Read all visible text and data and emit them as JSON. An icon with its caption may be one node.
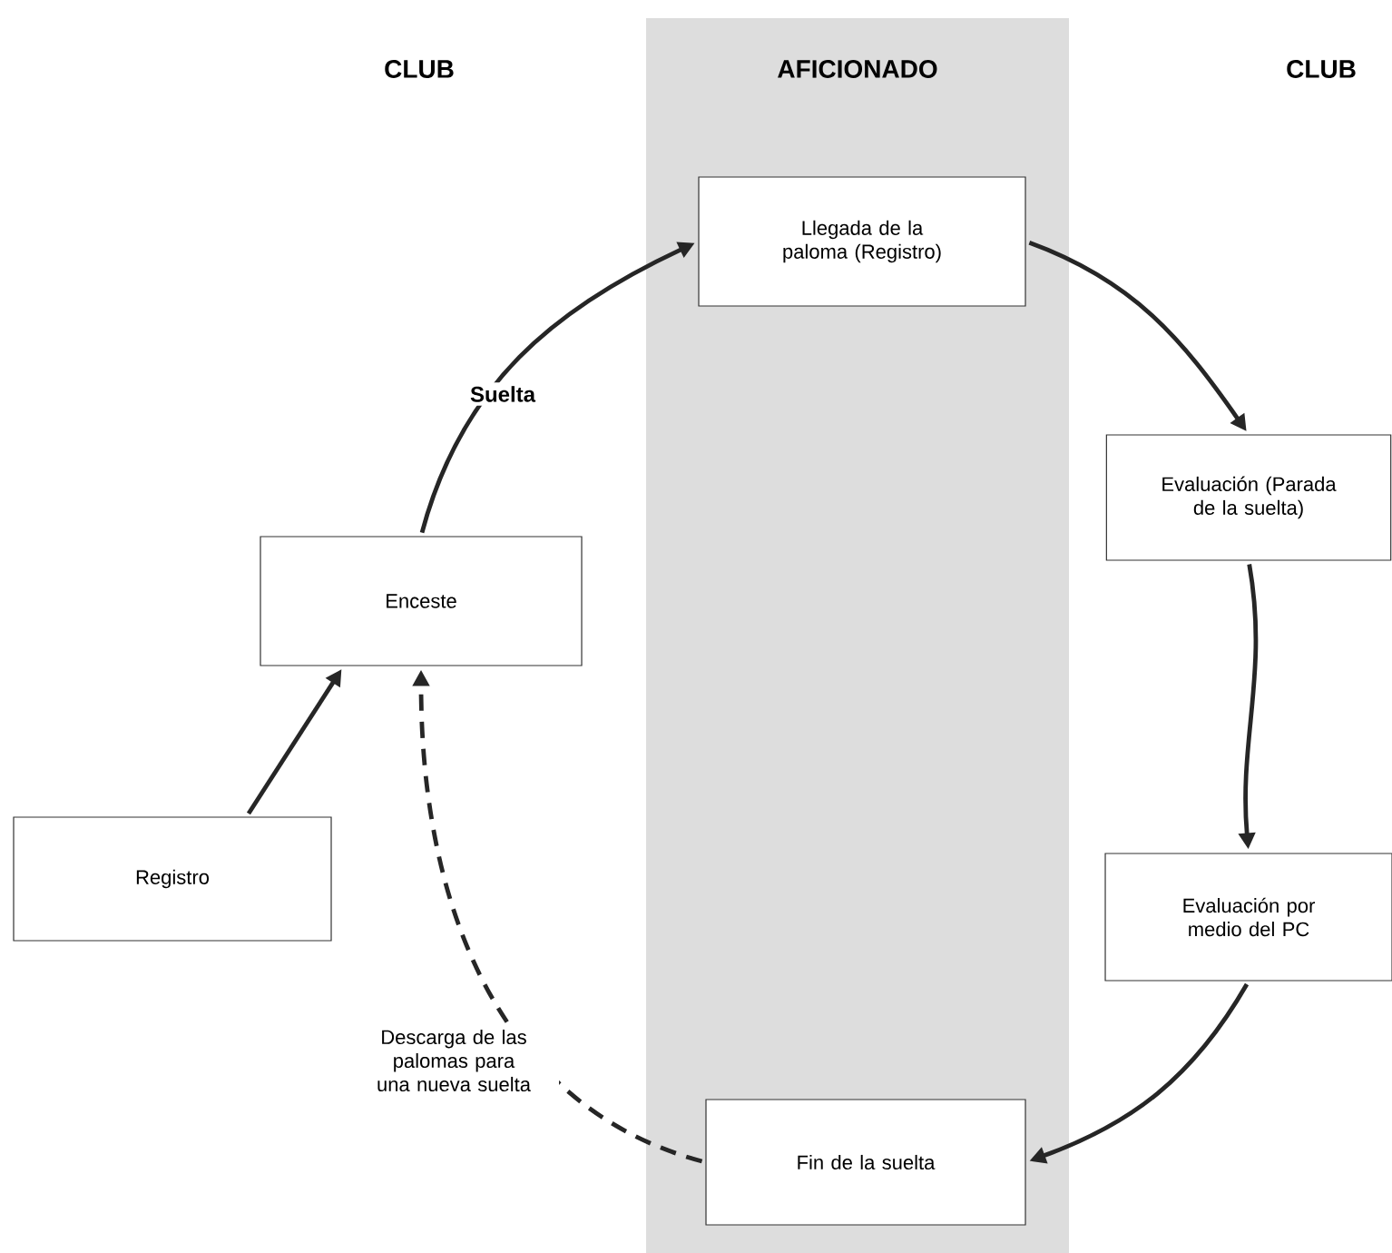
{
  "diagram": {
    "nodes": [
      {
        "text": [
          "AFICIONADO"
        ]
      },
      {
        "text": [
          "Llegada de la paloma (Registro)"
        ],
        "in": 0
      },
      {
        "text": [
          "Evaluación (Parada de la suelta)"
        ]
      },
      {
        "text": [
          "Evaluación por medio del PC"
        ]
      },
      {
        "text": [
          "Fin de la suelta"
        ],
        "in": 0
      },
      {
        "text": [
          "Enceste"
        ]
      },
      {
        "text": [
          "Registro"
        ]
      }
    ],
    "edges": [
      {
        "from": 5,
        "to": 1,
        "arrow": "to",
        "label": "Suelta"
      },
      {
        "from": 1,
        "to": 2,
        "arrow": "to"
      },
      {
        "from": 2,
        "to": 3,
        "arrow": "to"
      },
      {
        "from": 3,
        "to": 4,
        "arrow": "to"
      },
      {
        "from": 4,
        "to": 5,
        "arrow": "to",
        "style": "dashed",
        "label": "Descarga de las palomas para una nueva suelta"
      },
      {
        "from": 6,
        "to": 5,
        "arrow": "to"
      }
    ],
    "labels": [
      "CLUB",
      "CLUB"
    ]
  }
}
